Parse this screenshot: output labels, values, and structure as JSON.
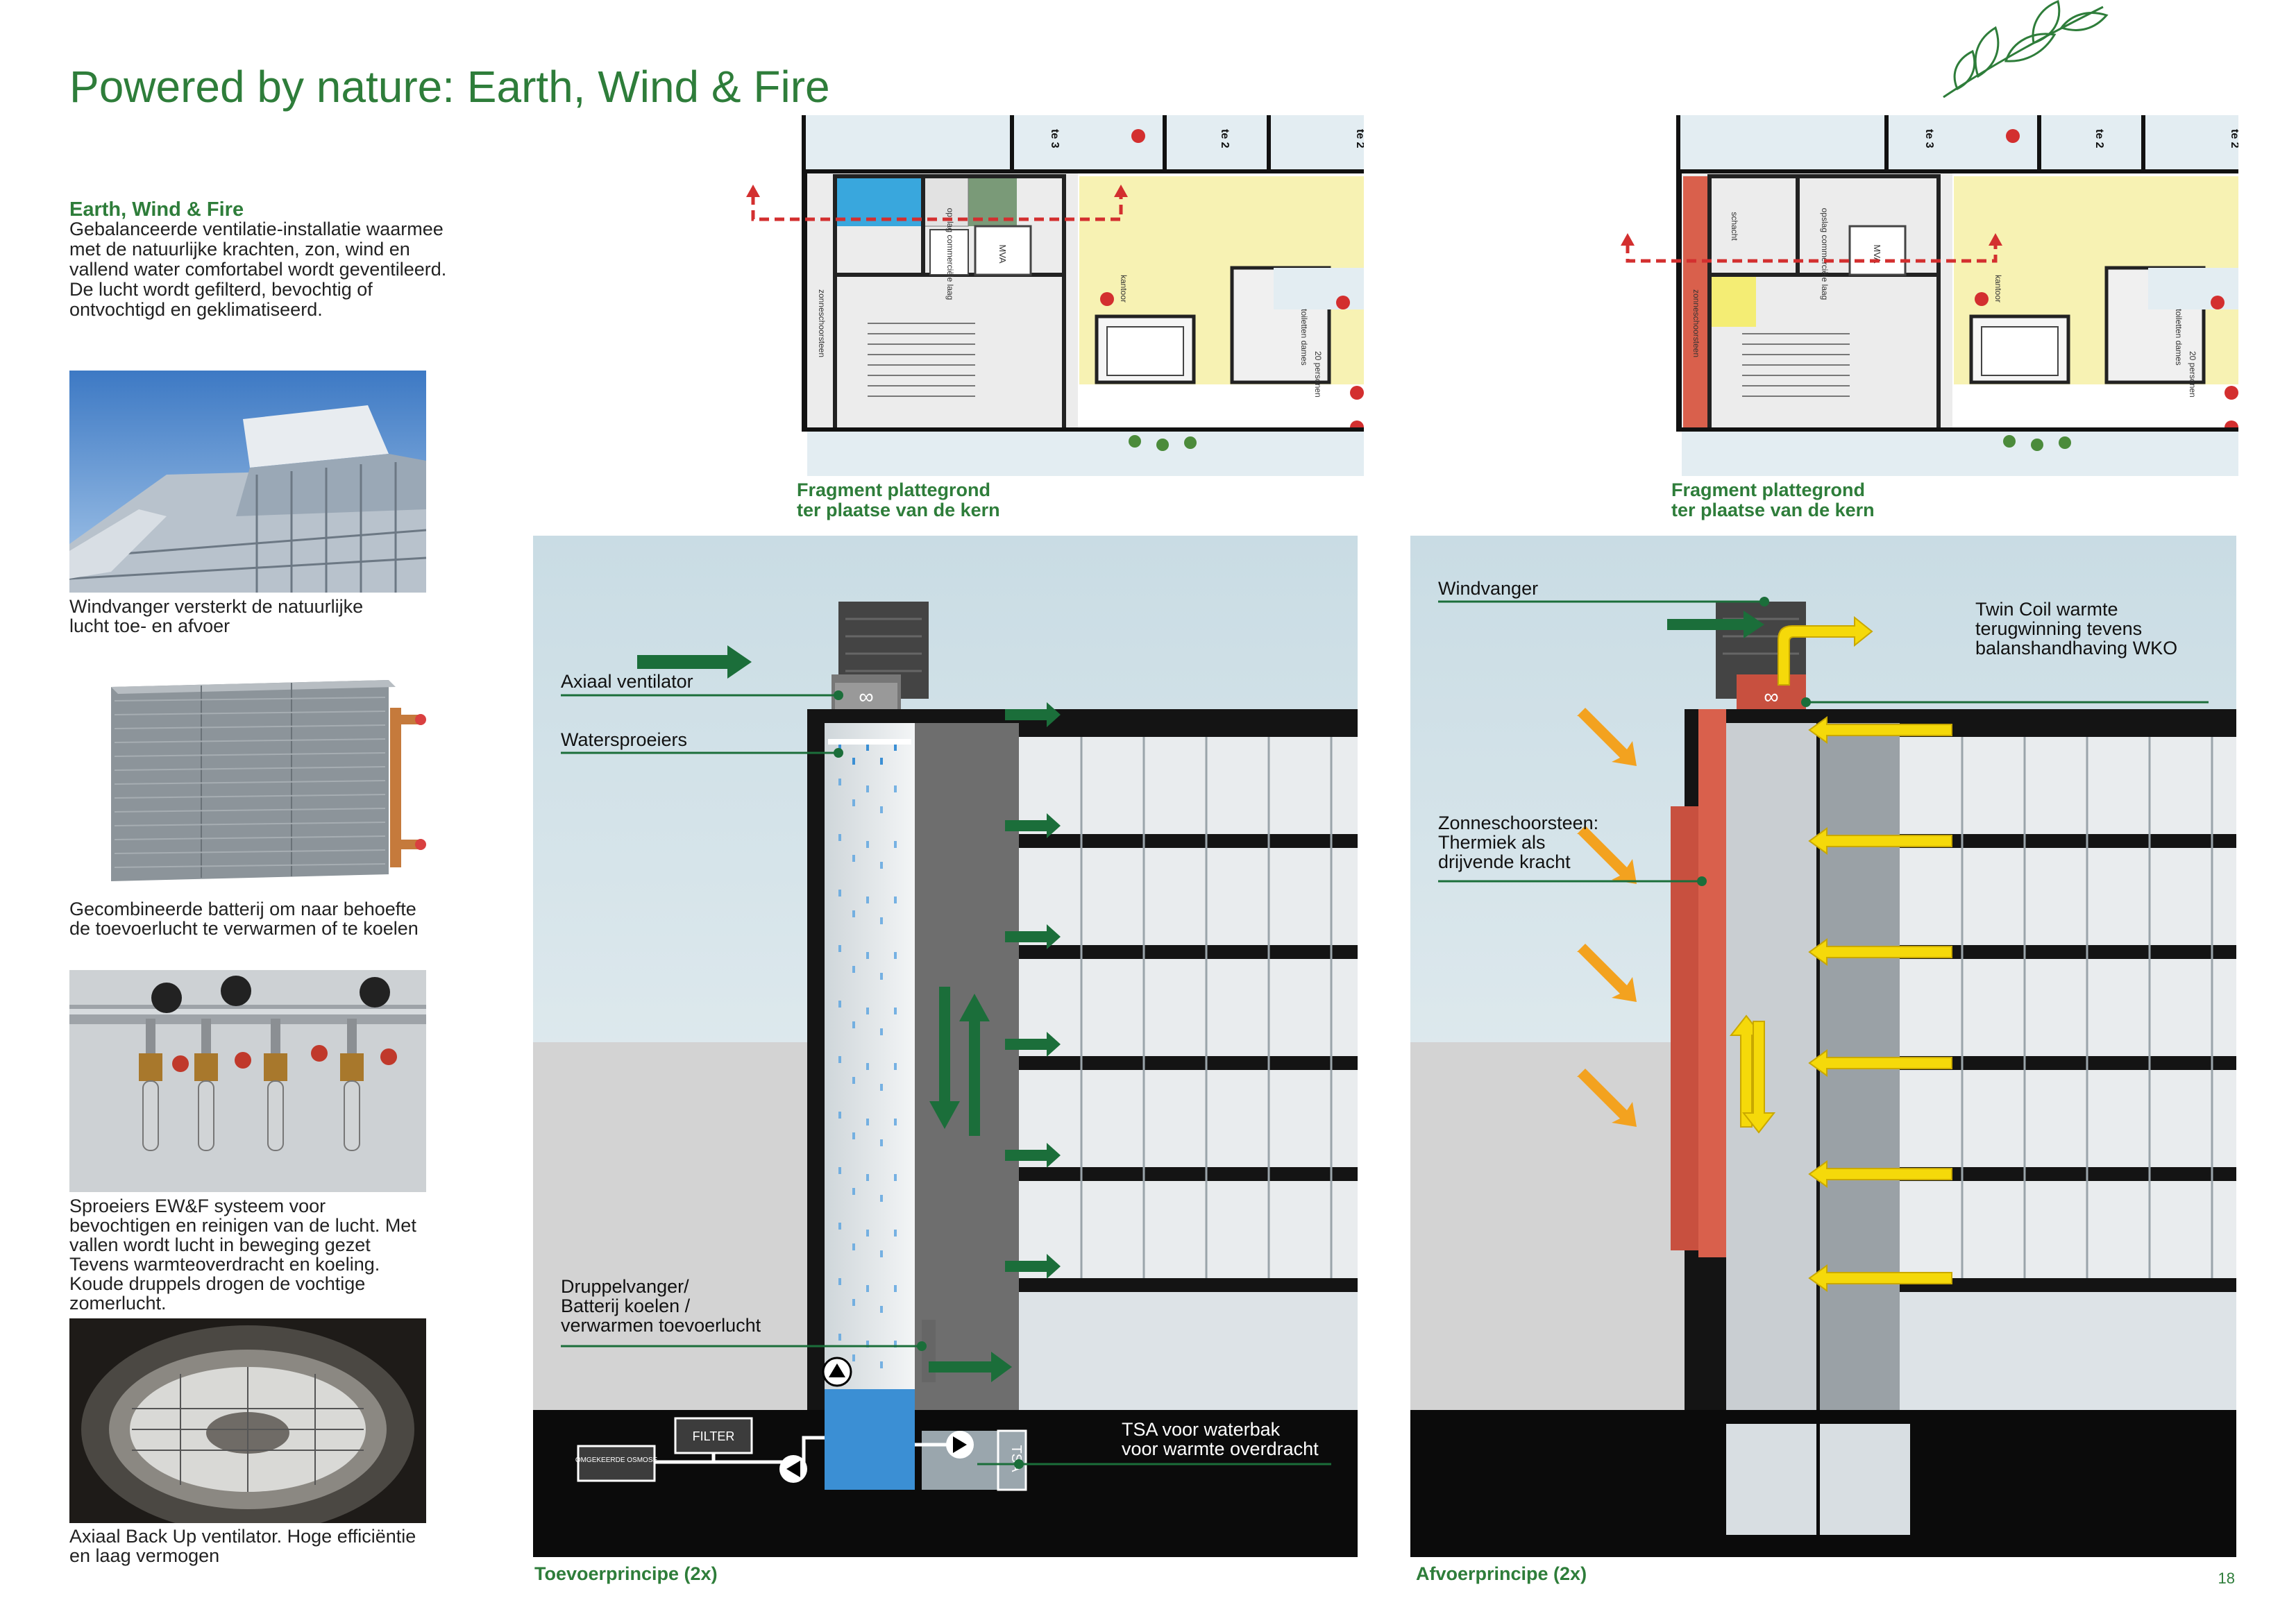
{
  "page": {
    "title": "Powered by nature: Earth, Wind & Fire",
    "page_number": "18"
  },
  "intro": {
    "heading": "Earth, Wind & Fire",
    "body": "Gebalanceerde ventilatie-installatie waarmee met de natuurlijke krachten, zon, wind en vallend water comfortabel wordt geventileerd. De lucht wordt gefilterd, bevochtig of ontvochtigd en geklimatiseerd."
  },
  "photos": [
    {
      "caption": "Windvanger versterkt de natuurlijke lucht toe- en afvoer"
    },
    {
      "caption": "Gecombineerde batterij om naar behoefte de toevoerlucht te verwarmen of te koelen"
    },
    {
      "caption": "Sproeiers EW&F systeem voor bevochtigen en reinigen van de lucht. Met vallen wordt lucht in beweging gezet Tevens warmteoverdracht en koeling. Koude druppels drogen de vochtige zomerlucht."
    },
    {
      "caption": "Axiaal Back Up ventilator.  Hoge efficiëntie en laag vermogen"
    }
  ],
  "plans": {
    "caption_line1": "Fragment plattegrond",
    "caption_line2": "ter plaatse van de kern",
    "room_labels": {
      "te2": "te 2",
      "te3": "te 3",
      "mva": "MVA",
      "opslag": "opslag commerciële laag",
      "toiletten": "toiletten dames",
      "personen": "20 personen",
      "kantoor": "kantoor",
      "schacht": "schacht",
      "zonneschoorsteen": "zonneschoorsteen"
    }
  },
  "section_left": {
    "labels": {
      "axiaal": "Axiaal ventilator",
      "sproeiers": "Watersproeiers",
      "druppel_1": "Druppelvanger/",
      "druppel_2": "Batterij koelen /",
      "druppel_3": "verwarmen toevoerlucht",
      "tsa_1": "TSA voor waterbak",
      "tsa_2": "voor warmte overdracht",
      "filter": "FILTER",
      "osmose": "OMGEKEERDE OSMOSE",
      "tsa_box": "TSA"
    },
    "caption": "Toevoerprincipe (2x)"
  },
  "section_right": {
    "labels": {
      "windvanger": "Windvanger",
      "twin_1": "Twin Coil warmte",
      "twin_2": "terugwinning tevens",
      "twin_3": "balanshandhaving WKO",
      "zonne_1": "Zonneschoorsteen:",
      "zonne_2": "Thermiek als",
      "zonne_3": "drijvende kracht"
    },
    "caption": "Afvoerprincipe (2x)"
  },
  "colors": {
    "brand_green": "#2e7d3a",
    "arrow_green": "#1b6e3a",
    "arrow_yellow": "#f5d90a",
    "arrow_orange": "#f3a21f",
    "red_chimney": "#c8503f",
    "water_blue": "#3b8fd4"
  }
}
